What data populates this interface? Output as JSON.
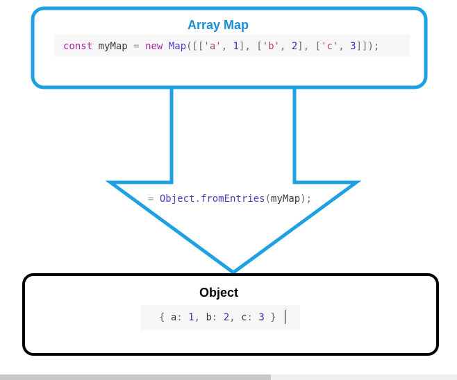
{
  "top_box": {
    "title": "Array Map",
    "code": {
      "kw_const": "const",
      "var_name": "myMap",
      "op_eq": "=",
      "kw_new": "new",
      "ctor": "Map",
      "open": "([[",
      "str_a": "'a'",
      "sep_a": ", ",
      "num_1": "1",
      "mid_1": "], [",
      "str_b": "'b'",
      "sep_b": ", ",
      "num_2": "2",
      "mid_2": "], [",
      "str_c": "'c'",
      "sep_c": ", ",
      "num_3": "3",
      "close": "]]);"
    }
  },
  "arrow": {
    "code": {
      "op_eq": "=",
      "obj": "Object",
      "dot": ".",
      "method": "fromEntries",
      "open": "(",
      "arg": "myMap",
      "close": ");"
    }
  },
  "bottom_box": {
    "title": "Object",
    "code": {
      "open": "{",
      "key_a": "a",
      "colon_a": ": ",
      "val_a": "1",
      "comma_a": ", ",
      "key_b": "b",
      "colon_b": ": ",
      "val_b": "2",
      "comma_b": ", ",
      "key_c": "c",
      "colon_c": ": ",
      "val_c": "3",
      "close": "}"
    }
  },
  "colors": {
    "accent_blue": "#1ea1e3",
    "title_blue": "#1a8fd6",
    "border_black": "#000000"
  }
}
